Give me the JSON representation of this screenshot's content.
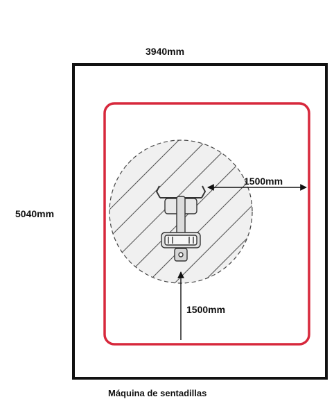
{
  "dimensions": {
    "width_label": "3940mm",
    "height_label": "5040mm",
    "radius_label_horizontal": "1500mm",
    "radius_label_vertical": "1500mm"
  },
  "caption": "Máquina de sentadillas",
  "colors": {
    "outer_border": "#111111",
    "safety_zone": "#d7283c",
    "hatch": "#555555",
    "machine": "#333333"
  },
  "icons": {
    "machine": "squat-machine-icon"
  }
}
